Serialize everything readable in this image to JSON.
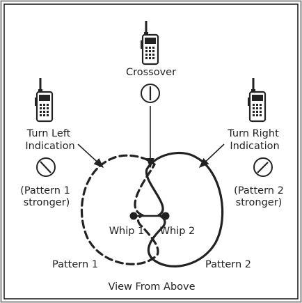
{
  "diagram": {
    "top_label": "Crossover",
    "left_label_line1": "Turn Left",
    "left_label_line2": "Indication",
    "left_note_line1": "(Pattern 1",
    "left_note_line2": "stronger)",
    "right_label_line1": "Turn Right",
    "right_label_line2": "Indication",
    "right_note_line1": "(Pattern 2",
    "right_note_line2": "stronger)",
    "whip1": "Whip 1",
    "whip2": "Whip 2",
    "pattern1": "Pattern 1",
    "pattern2": "Pattern 2",
    "caption": "View From Above"
  },
  "icons": [
    "handheld-radio-icon",
    "meter-dial-icon"
  ],
  "colors": {
    "ink": "#222222",
    "frame": "#8a8a8a",
    "background": "#ffffff"
  }
}
